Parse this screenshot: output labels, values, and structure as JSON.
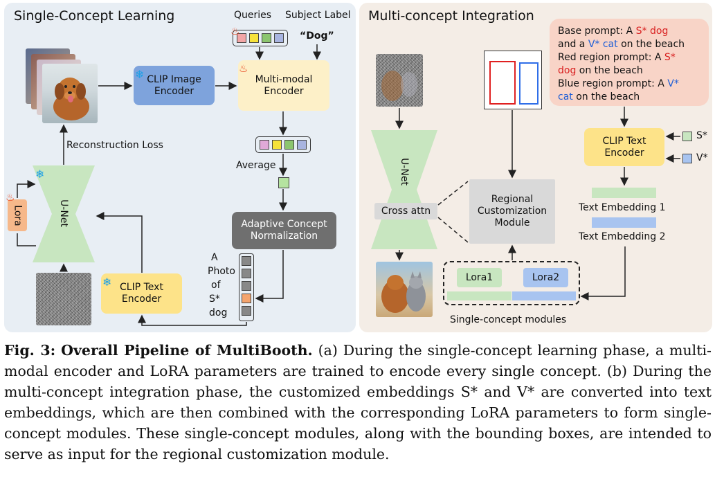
{
  "left": {
    "title": "Single-Concept Learning",
    "queries": "Queries",
    "subject_label": "Subject Label",
    "subject_value": "“Dog”",
    "clip_image_encoder": "CLIP Image\nEncoder",
    "multimodal_encoder": "Multi-modal\nEncoder",
    "reconstruction_loss": "Reconstruction Loss",
    "average": "Average",
    "unet": "U-Net",
    "lora": "Lora",
    "adaptive_norm": "Adaptive Concept\nNormalization",
    "clip_text_encoder": "CLIP Text\nEncoder",
    "prompt_words": [
      "A",
      "Photo",
      "of",
      "S*",
      "dog"
    ]
  },
  "right": {
    "title": "Multi-concept Integration",
    "prompt": {
      "base_pre": "Base prompt: A ",
      "s_token": "S*",
      "dog": " dog",
      "and_a": "and a ",
      "v_token": "V*",
      "cat": " cat",
      "beach": " on the beach",
      "red_region": "Red region prompt: A ",
      "dog_beach": "dog on the beach",
      "blue_region": "Blue region prompt: A ",
      "cat_beach": "cat on the beach"
    },
    "clip_text_encoder": "CLIP Text\nEncoder",
    "s_label": "S*",
    "v_label": "V*",
    "unet": "U-Net",
    "cross_attn": "Cross attn",
    "regional_module": "Regional\nCustomization\nModule",
    "text_embedding_1": "Text Embedding 1",
    "text_embedding_2": "Text Embedding 2",
    "lora1": "Lora1",
    "lora2": "Lora2",
    "single_concept_modules": "Single-concept modules"
  },
  "caption": {
    "label": "Fig. 3:",
    "title": "Overall Pipeline of MultiBooth.",
    "text": "(a) During the single-concept learning phase, a multi-modal encoder and LoRA parameters are trained to encode every single concept. (b) During the multi-concept integration phase, the customized embeddings S* and V* are converted into text embeddings, which are then combined with the corresponding LoRA parameters to form single-concept modules. These single-concept modules, along with the bounding boxes, are intended to serve as input for the regional customization module."
  },
  "colors": {
    "left_bg": "#e8eef4",
    "right_bg": "#f4ede6",
    "encoder_blue": "#7ea3dc",
    "encoder_yellow": "#fde389",
    "unet_green": "#c8e6c0",
    "lora_orange": "#f6b88a",
    "red_token": "#d92020",
    "blue_token": "#1f5fd6"
  },
  "icons": [
    "snowflake-icon",
    "fire-icon"
  ]
}
